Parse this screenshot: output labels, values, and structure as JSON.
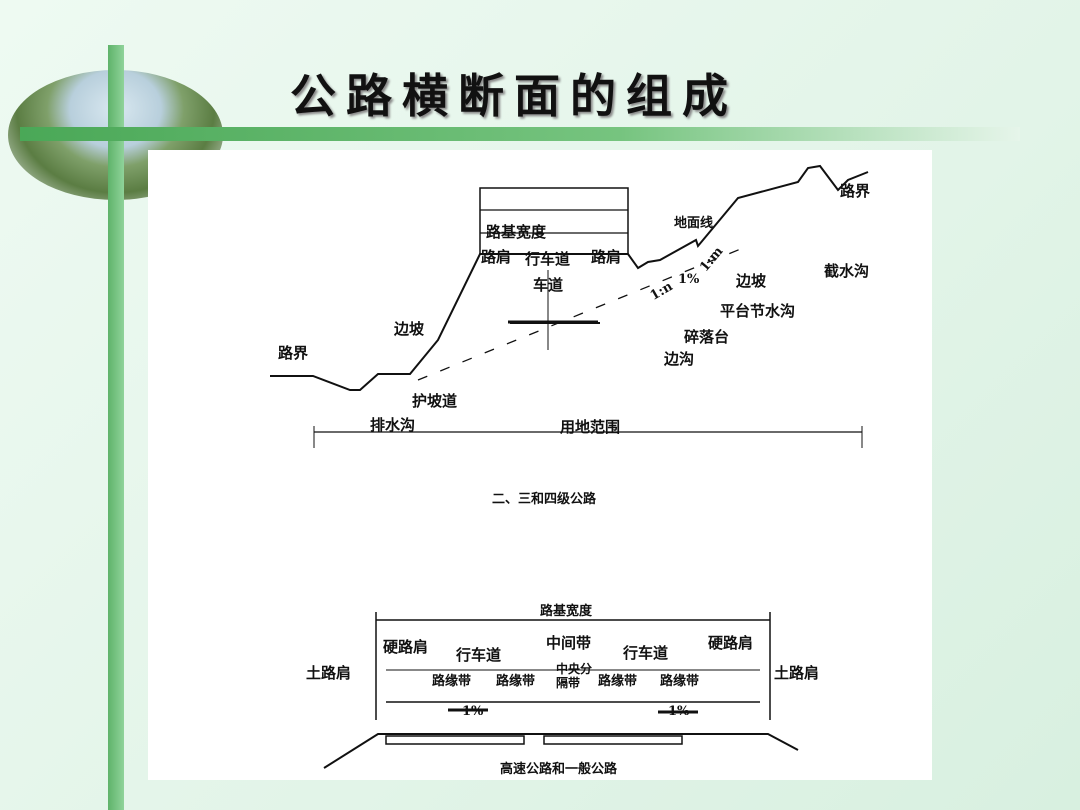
{
  "title": "公路横断面的组成",
  "diagram1": {
    "subgrade_width": "路基宽度",
    "shoulder_left": "路肩",
    "lane": "行车道",
    "shoulder_right": "路肩",
    "carriageway": "车道",
    "ground_line": "地面线",
    "boundary_right": "路界",
    "intercept_ditch": "截水沟",
    "slope_right": "边坡",
    "platform_ditch": "平台节水沟",
    "debris_platform": "碎落台",
    "side_ditch": "边沟",
    "slope_left": "边坡",
    "boundary_left": "路界",
    "berm": "护坡道",
    "drain_ditch": "排水沟",
    "land_range": "用地范围",
    "slope_n": "1:n",
    "slope_m": "1:m",
    "grade": "1%",
    "caption": "二、三和四级公路"
  },
  "diagram2": {
    "subgrade_width": "路基宽度",
    "hard_shoulder_left": "硬路肩",
    "lane_left": "行车道",
    "median": "中间带",
    "lane_right": "行车道",
    "hard_shoulder_right": "硬路肩",
    "soil_shoulder_left": "土路肩",
    "soil_shoulder_right": "土路肩",
    "edge_strip_1": "路缘带",
    "edge_strip_2": "路缘带",
    "central_divider": "中央分隔带",
    "edge_strip_3": "路缘带",
    "edge_strip_4": "路缘带",
    "grade_left": "1%",
    "grade_right": "1%",
    "caption": "高速公路和一般公路"
  }
}
